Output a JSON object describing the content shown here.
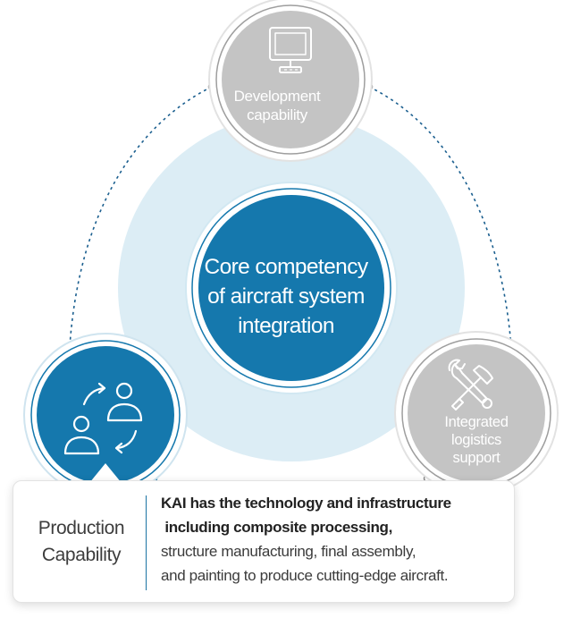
{
  "center": {
    "lines": [
      "Core competency",
      "of aircraft system",
      "integration"
    ]
  },
  "nodes": {
    "development": {
      "label_lines": [
        "Development",
        "capability"
      ],
      "icon": "monitor-icon"
    },
    "logistics": {
      "label_lines": [
        "Integrated",
        "logistics",
        "support"
      ],
      "icon": "tools-icon"
    },
    "production": {
      "icon": "people-exchange-icon"
    }
  },
  "card": {
    "title_lines": [
      "Production",
      "Capability"
    ],
    "description_lines": [
      "KAI has the technology and infrastructure",
      "including composite processing,",
      "structure manufacturing, final assembly,",
      "and painting to produce cutting-edge aircraft."
    ]
  },
  "colors": {
    "accent_blue": "#1578ad",
    "light_blue_halo": "#dcedf5",
    "gray_node": "#c4c4c4",
    "text_dark": "#333333"
  }
}
